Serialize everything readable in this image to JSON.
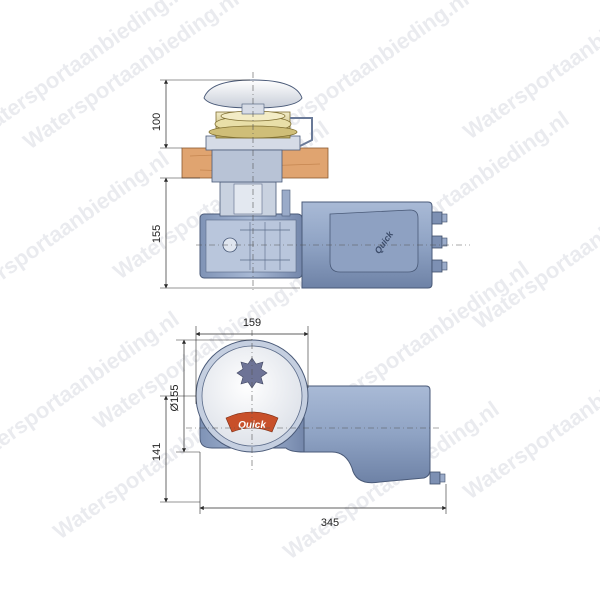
{
  "dimensions": {
    "height_top": "100",
    "height_middle": "155",
    "width_top": "159",
    "diameter": "Ø155",
    "height_bottom": "141",
    "width_total": "345"
  },
  "brand": {
    "logo_text": "Quick"
  },
  "watermark": {
    "text": "Watersportaanbieding.nl"
  },
  "colors": {
    "motor_blue": "#8fa3c4",
    "motor_dark": "#6e82a6",
    "deck_wood": "#e0a470",
    "capstan_gold": "#d8c98a",
    "logo_red": "#c8502a",
    "line": "#2a2a2a"
  }
}
